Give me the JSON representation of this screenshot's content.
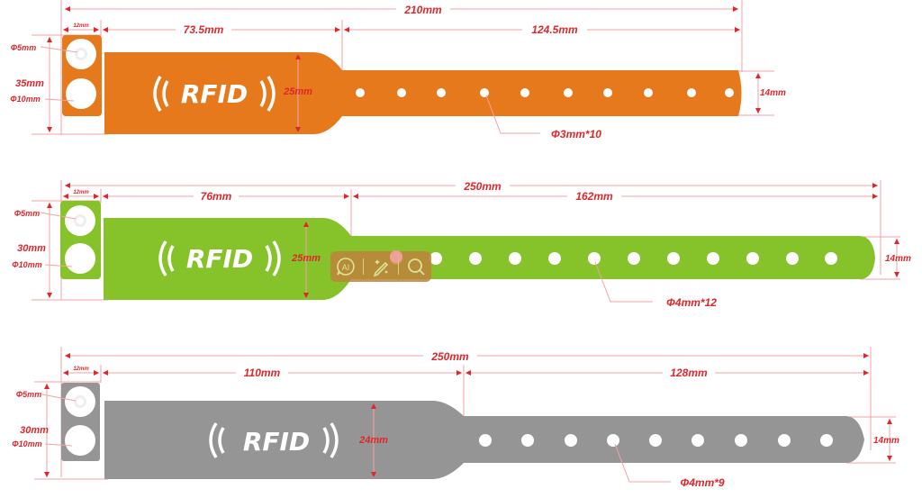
{
  "bands": [
    {
      "color": "#e6791c",
      "total_length": "210mm",
      "tab_width": "12mm",
      "head_length": "73.5mm",
      "strap_length": "124.5mm",
      "tab_height": "35mm",
      "small_hole": "Φ5mm",
      "large_hole": "Φ10mm",
      "head_width": "25mm",
      "strap_width": "14mm",
      "holes_label": "Φ3mm*10",
      "logo": "RFID"
    },
    {
      "color": "#86c22a",
      "total_length": "250mm",
      "tab_width": "12mm",
      "head_length": "76mm",
      "strap_length": "162mm",
      "tab_height": "30mm",
      "small_hole": "Φ5mm",
      "large_hole": "Φ10mm",
      "head_width": "25mm",
      "strap_width": "14mm",
      "holes_label": "Φ4mm*12",
      "logo": "RFID"
    },
    {
      "color": "#959595",
      "total_length": "250mm",
      "tab_width": "12mm",
      "head_length": "110mm",
      "strap_length": "128mm",
      "tab_height": "30mm",
      "small_hole": "Φ5mm",
      "large_hole": "Φ10mm",
      "head_width": "24mm",
      "strap_width": "14mm",
      "holes_label": "Φ4mm*9",
      "logo": "RFID"
    }
  ],
  "toolbar": {
    "ai_icon": "AI",
    "items": [
      "ai-assistant-icon",
      "magic-edit-icon",
      "search-icon"
    ]
  }
}
